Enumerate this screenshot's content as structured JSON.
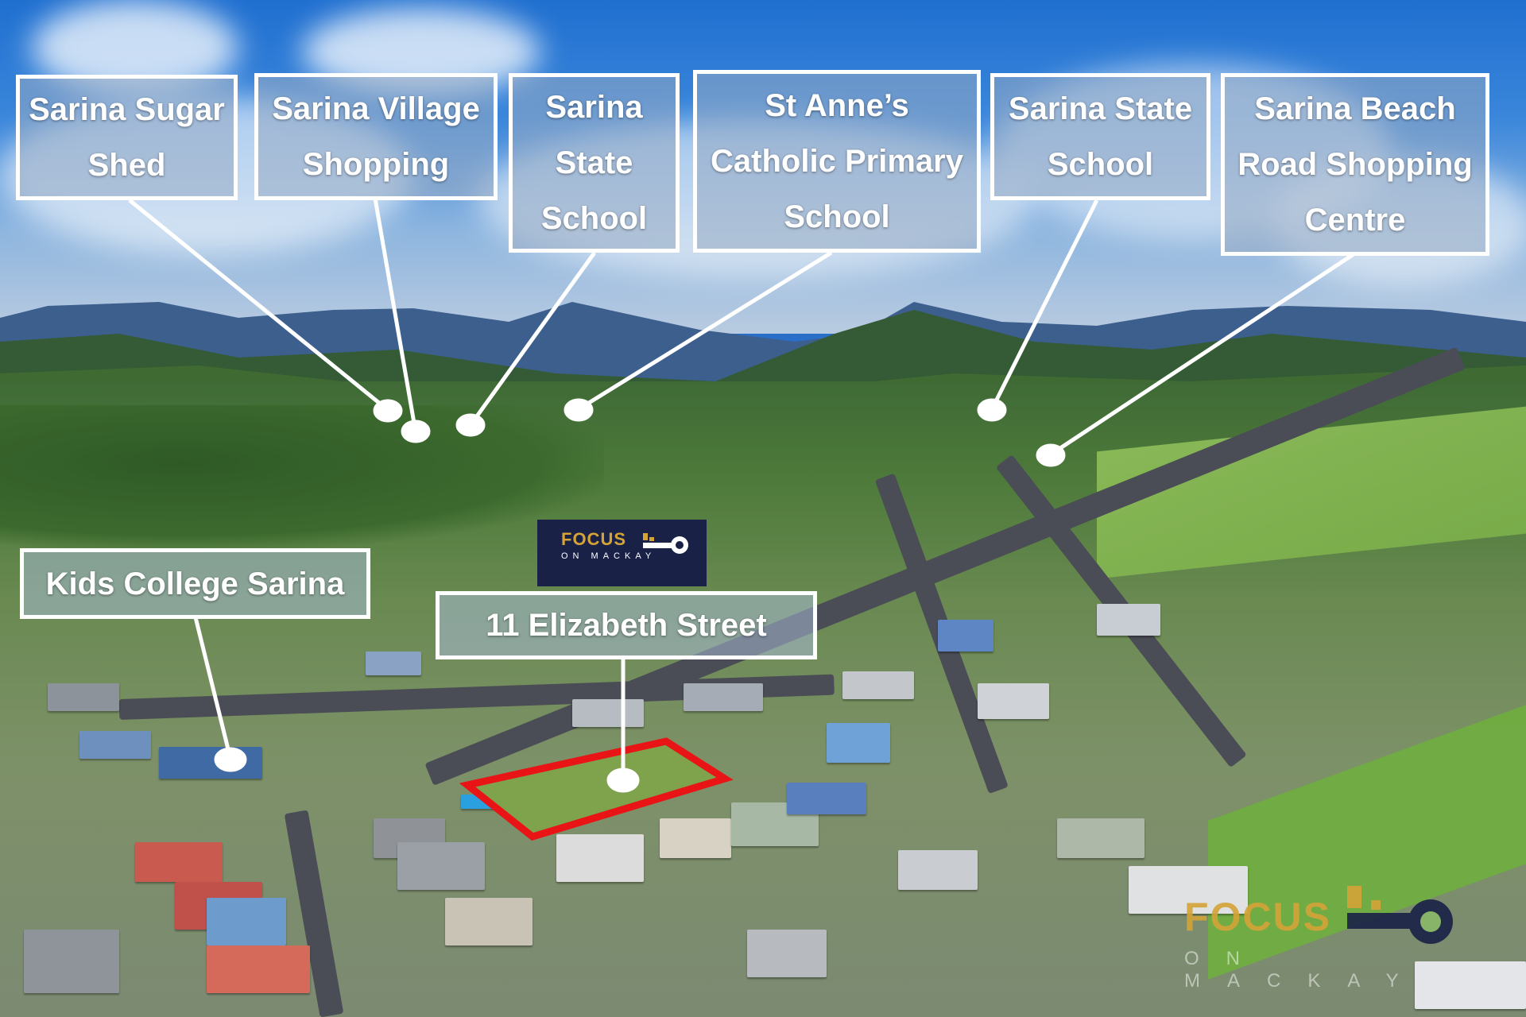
{
  "image": {
    "description": "Aerial drone photo of Sarina, QLD with labelled nearby amenities and highlighted vacant lot",
    "accent_colors": {
      "lot_outline": "#e81416",
      "brand_navy": "#1a2147",
      "brand_gold": "#d4a437",
      "callout_border": "#ffffff",
      "sky": "#2a78d6"
    }
  },
  "callouts": [
    {
      "id": "sugar-shed",
      "lines": [
        "Sarina Sugar",
        "Shed"
      ]
    },
    {
      "id": "village-shopping",
      "lines": [
        "Sarina Village",
        "Shopping"
      ]
    },
    {
      "id": "state-school-1",
      "lines": [
        "Sarina",
        "State",
        "School"
      ]
    },
    {
      "id": "st-annes",
      "lines": [
        "St Anne’s",
        "Catholic Primary",
        "School"
      ]
    },
    {
      "id": "state-school-2",
      "lines": [
        "Sarina State",
        "School"
      ]
    },
    {
      "id": "beach-road-shopping",
      "lines": [
        "Sarina Beach",
        "Road Shopping",
        "Centre"
      ]
    },
    {
      "id": "kids-college",
      "lines": [
        "Kids College Sarina"
      ]
    }
  ],
  "property": {
    "address": "11 Elizabeth Street"
  },
  "brand": {
    "name": "FOCUS",
    "tagline": "ON MACKAY",
    "icon": "key-icon"
  },
  "watermark": {
    "name": "FOCUS",
    "tagline": "ON MACKAY",
    "icon": "key-icon"
  }
}
